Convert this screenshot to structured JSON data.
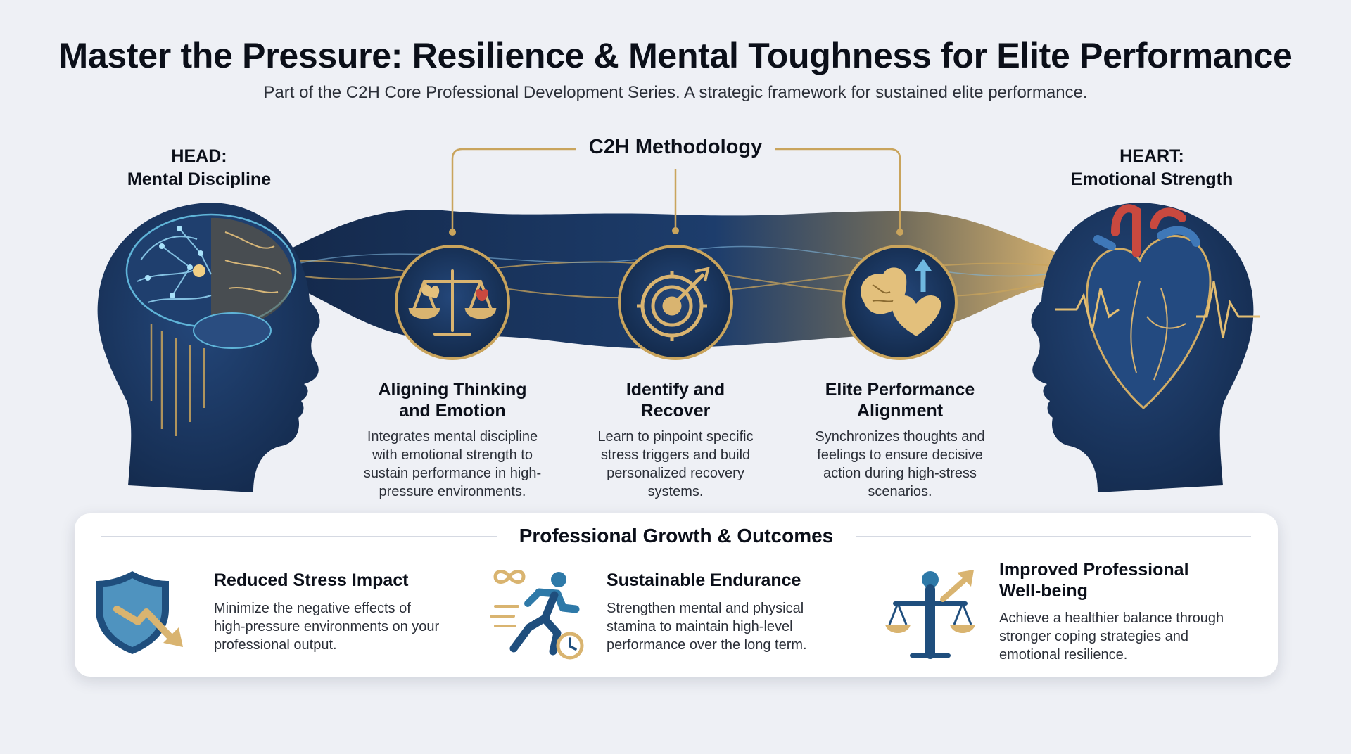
{
  "header": {
    "title": "Master the Pressure: Resilience & Mental Toughness for Elite Performance",
    "subtitle": "Part of the C2H Core Professional Development Series. A strategic framework for sustained elite performance."
  },
  "head": {
    "line1": "HEAD:",
    "line2": "Mental Discipline"
  },
  "heart": {
    "line1": "HEART:",
    "line2": "Emotional Strength"
  },
  "methodology": {
    "label": "C2H Methodology"
  },
  "stages": [
    {
      "icon": "scale-brain-heart-icon",
      "title_line1": "Aligning Thinking",
      "title_line2": "and Emotion",
      "desc_lines": [
        "Integrates mental discipline",
        "with emotional strength to",
        "sustain performance in high-",
        "pressure environments."
      ]
    },
    {
      "icon": "target-arrow-icon",
      "title_line1": "Identify and",
      "title_line2": "Recover",
      "desc_lines": [
        "Learn to pinpoint specific",
        "stress triggers and build",
        "personalized recovery",
        "systems."
      ]
    },
    {
      "icon": "brain-heart-arrow-up-icon",
      "title_line1": "Elite Performance",
      "title_line2": "Alignment",
      "desc_lines": [
        "Synchronizes thoughts and",
        "feelings to ensure decisive",
        "action during high-stress",
        "scenarios."
      ]
    }
  ],
  "outcomes": {
    "title": "Professional Growth & Outcomes",
    "items": [
      {
        "icon": "shield-down-arrow-icon",
        "title_lines": [
          "Reduced Stress Impact"
        ],
        "desc_lines": [
          "Minimize the negative effects of",
          "high-pressure environments on your",
          "professional output."
        ]
      },
      {
        "icon": "runner-clock-icon",
        "title_lines": [
          "Sustainable Endurance"
        ],
        "desc_lines": [
          "Strengthen mental and physical",
          "stamina to maintain high-level",
          "performance over the long term."
        ]
      },
      {
        "icon": "balance-person-icon",
        "title_lines": [
          "Improved Professional",
          "Well-being"
        ],
        "desc_lines": [
          "Achieve a healthier balance through",
          "stronger coping strategies and",
          "emotional resilience."
        ]
      }
    ]
  },
  "colors": {
    "navy": "#1c3a66",
    "navy_dark": "#14294b",
    "gold": "#c9a45c",
    "teal": "#5fb4d8",
    "heart_red": "#c9493f"
  }
}
